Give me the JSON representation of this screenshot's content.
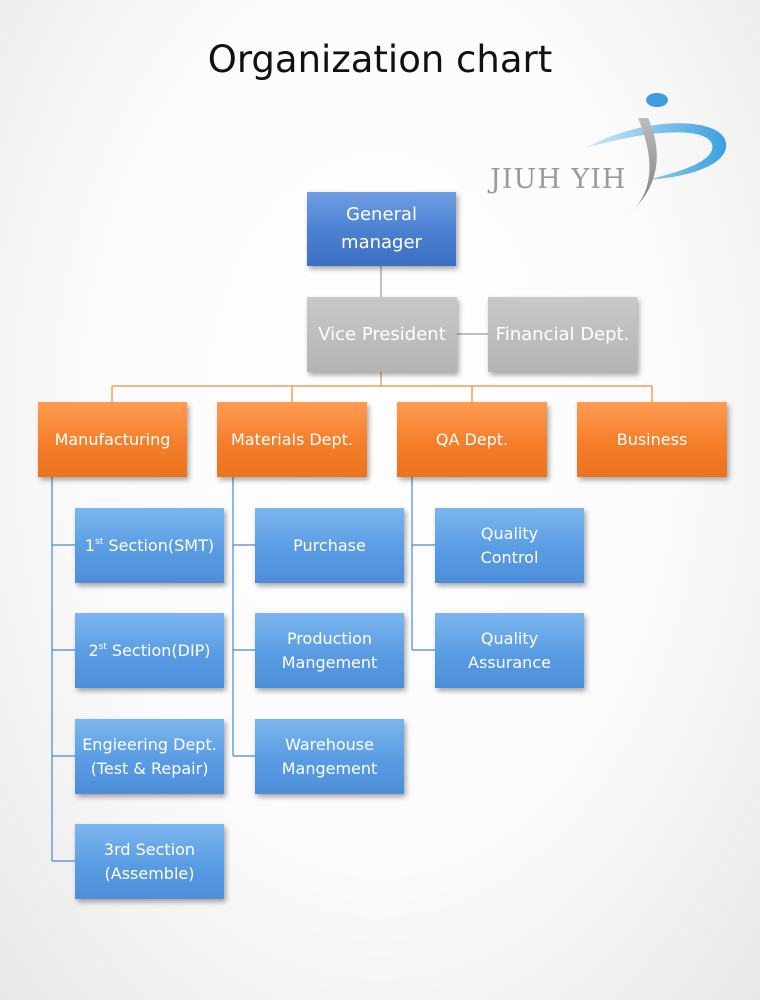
{
  "title": "Organization chart",
  "logo": {
    "text": "JIUH YIH"
  },
  "colors": {
    "top": "#4a7fd0",
    "executive": "#b8b8b8",
    "department": "#f47e2a",
    "section": "#5a9ce3",
    "orange_line": "#f08a3c",
    "blue_line": "#4a88d6",
    "gray_line": "#9a9a9a"
  },
  "nodes": {
    "general_manager": "General\nmanager",
    "vice_president": "Vice President",
    "financial": "Financial Dept.",
    "departments": [
      "Manufacturing",
      "Materials Dept.",
      "QA Dept.",
      "Business"
    ],
    "manufacturing_sections": [
      {
        "main": "1",
        "sup": "st",
        "rest": " Section(SMT)"
      },
      {
        "main": "2",
        "sup": "st",
        "rest": " Section(DIP)"
      },
      {
        "main": "Engieering Dept.\n(Test & Repair)"
      },
      {
        "main": "3rd Section\n(Assemble)"
      }
    ],
    "materials_sections": [
      "Purchase",
      "Production\nMangement",
      "Warehouse\nMangement"
    ],
    "qa_sections": [
      "Quality\nControl",
      "Quality\nAssurance"
    ]
  }
}
